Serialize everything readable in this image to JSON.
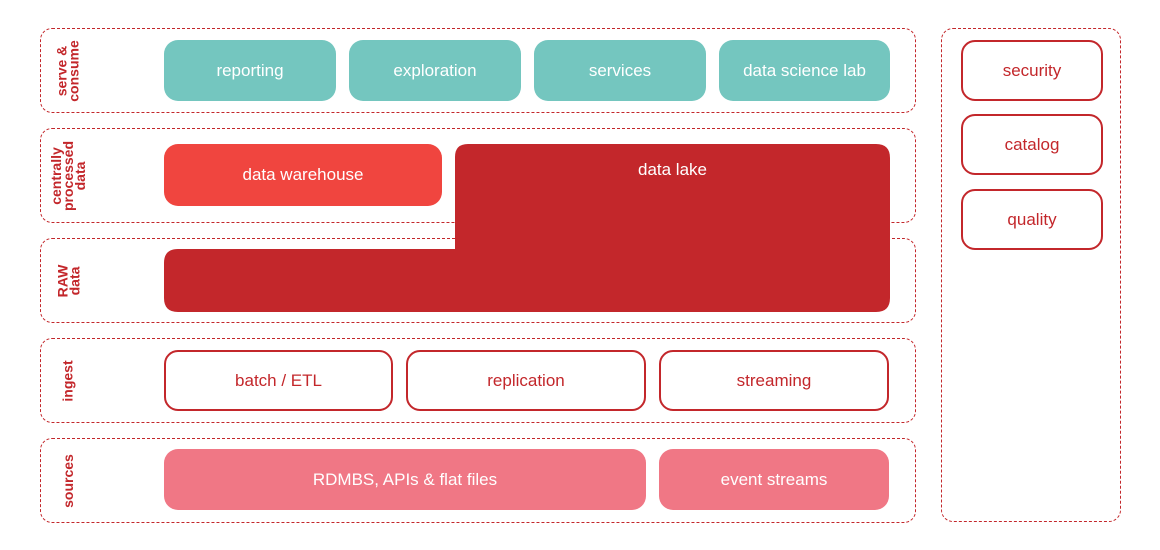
{
  "colors": {
    "accent_red": "#c3272b",
    "teal": "#74c6bf",
    "warehouse_red": "#f0453f",
    "source_pink": "#f07785"
  },
  "layers": {
    "serve": {
      "label": "serve &\nconsume",
      "items": [
        "reporting",
        "exploration",
        "services",
        "data science lab"
      ]
    },
    "processed": {
      "label": "centrally\nprocessed\ndata",
      "warehouse": "data warehouse",
      "lake": "data lake"
    },
    "raw": {
      "label": "RAW\ndata"
    },
    "ingest": {
      "label": "ingest",
      "items": [
        "batch / ETL",
        "replication",
        "streaming"
      ]
    },
    "sources": {
      "label": "sources",
      "items": [
        "RDMBS, APIs & flat files",
        "event streams"
      ]
    }
  },
  "governance": {
    "items": [
      "security",
      "catalog",
      "quality"
    ]
  }
}
